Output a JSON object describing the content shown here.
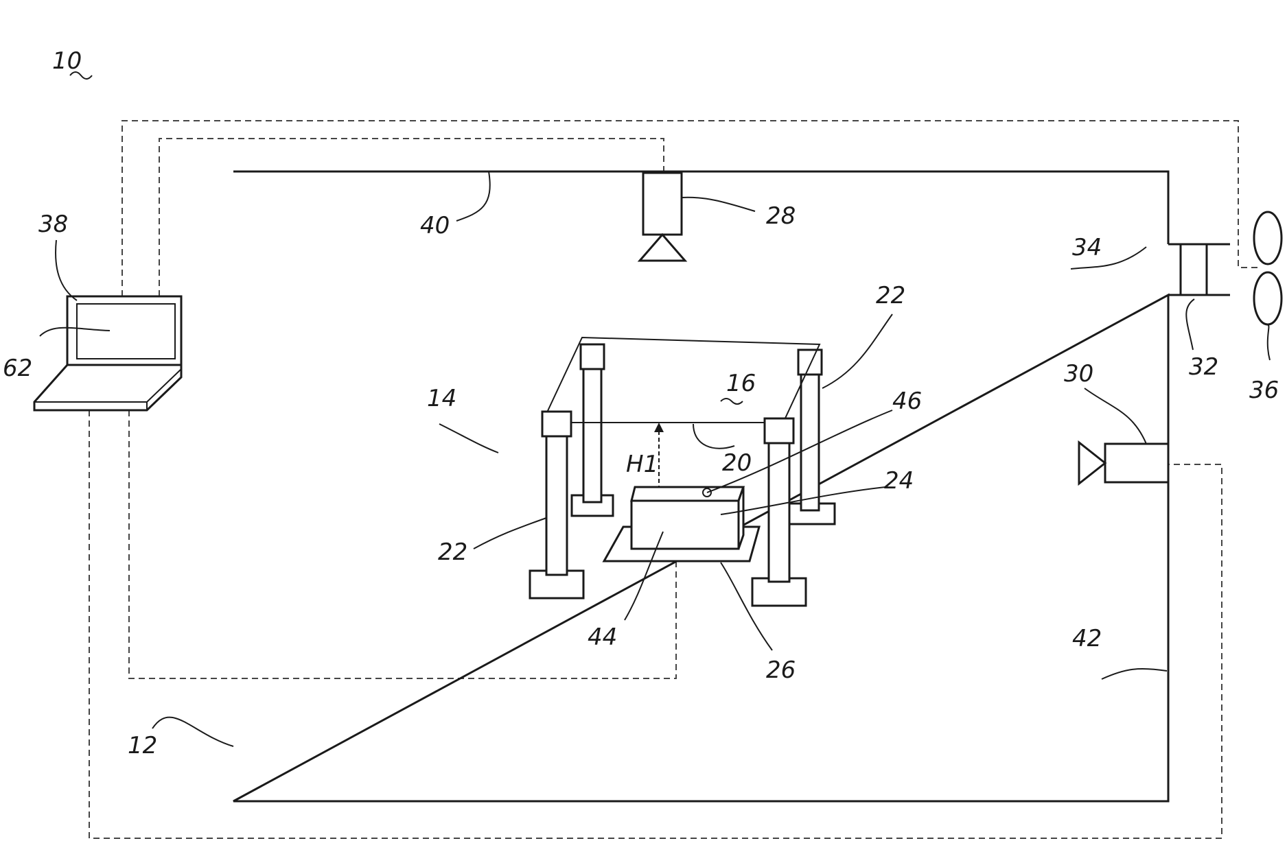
{
  "figure": {
    "labels": {
      "system": "10",
      "enclosure": "12",
      "test_rig": "14",
      "rig_label": "16",
      "beam": "20",
      "leg_right": "22",
      "leg_left": "22",
      "specimen": "24",
      "plate": "26",
      "top_sensor": "28",
      "side_camera": "30",
      "port": "32",
      "port_inner": "34",
      "fan": "36",
      "computer": "38",
      "wire_top": "40",
      "wire_right": "42",
      "specimen_face": "44",
      "marker": "46",
      "screen": "62",
      "height": "H1"
    }
  }
}
